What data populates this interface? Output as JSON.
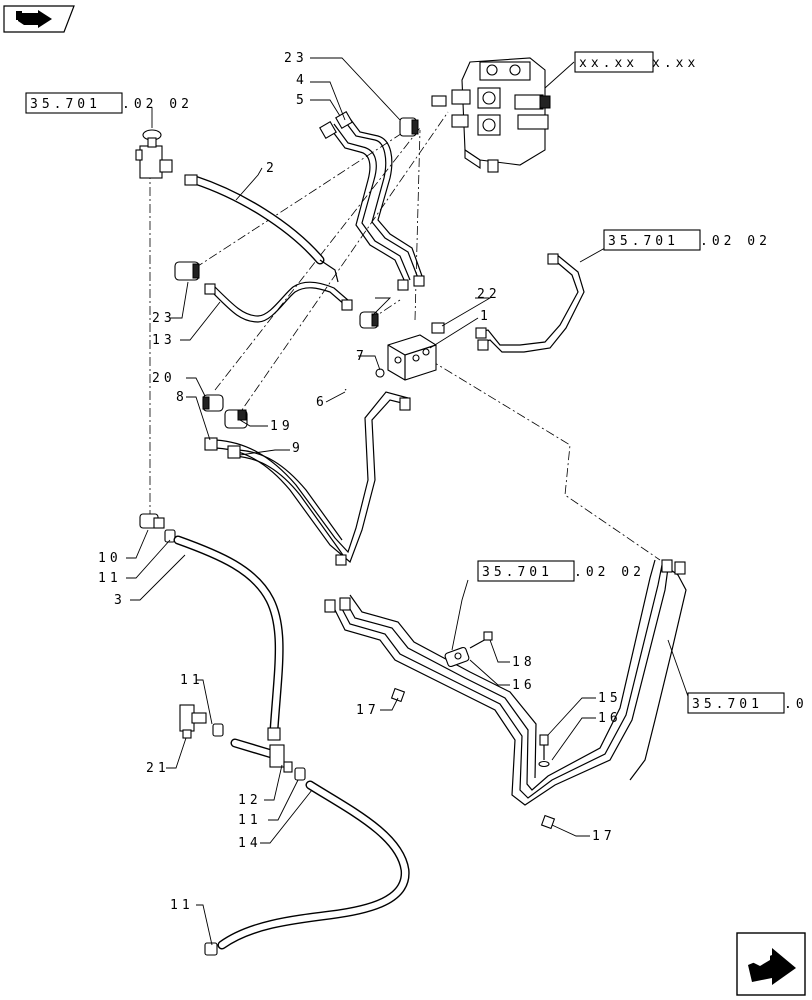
{
  "part_labels": {
    "p1": "1",
    "p2": "2",
    "p3": "3",
    "p4": "4",
    "p5": "5",
    "p6": "6",
    "p7": "7",
    "p8": "8",
    "p9": "9",
    "p10": "10",
    "p11": "11",
    "p12": "12",
    "p13": "13",
    "p14": "14",
    "p15": "15",
    "p16": "16",
    "p17": "17",
    "p18": "18",
    "p19": "19",
    "p20": "20",
    "p21": "21",
    "p22": "22",
    "p23": "23"
  },
  "references": {
    "ref_top_left": {
      "boxed": "35.701",
      "rest": ".02 02"
    },
    "ref_top_valve": {
      "boxed": "xx.xx",
      "rest": "x.xx"
    },
    "ref_right_upper": {
      "boxed": "35.701",
      "rest": ".02 02"
    },
    "ref_center": {
      "boxed": "35.701",
      "rest": ".02 02"
    },
    "ref_right_lower": {
      "boxed": "35.701",
      "rest": ".0"
    }
  }
}
